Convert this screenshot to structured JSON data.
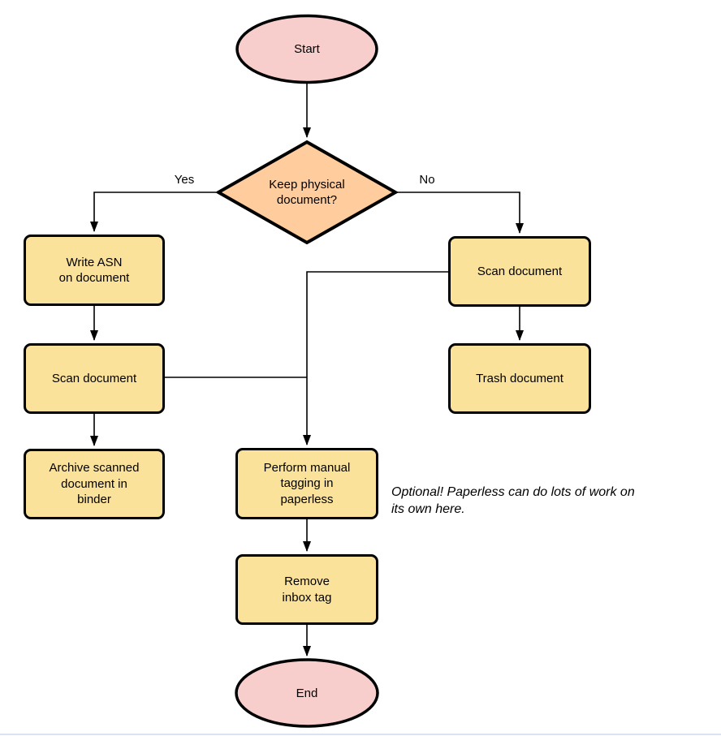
{
  "diagram": {
    "nodes": {
      "start": {
        "label": "Start",
        "shape": "terminator"
      },
      "decision": {
        "label": "Keep physical\ndocument?",
        "shape": "decision"
      },
      "write_asn": {
        "label": "Write ASN\non document",
        "shape": "process"
      },
      "scan_left": {
        "label": "Scan document",
        "shape": "process"
      },
      "archive": {
        "label": "Archive scanned\ndocument in\nbinder",
        "shape": "process"
      },
      "scan_right": {
        "label": "Scan document",
        "shape": "process"
      },
      "trash": {
        "label": "Trash document",
        "shape": "process"
      },
      "tagging": {
        "label": "Perform manual\ntagging in\npaperless",
        "shape": "process"
      },
      "remove_inbox": {
        "label": "Remove\ninbox tag",
        "shape": "process"
      },
      "end": {
        "label": "End",
        "shape": "terminator"
      }
    },
    "edge_labels": {
      "yes": "Yes",
      "no": "No"
    },
    "note": "Optional! Paperless can do lots of work on\nits own here.",
    "colors": {
      "terminator_fill": "#f8cecc",
      "decision_fill": "#ffcc9e",
      "process_fill": "#fbe29b",
      "stroke": "#000000",
      "edge": "#000000",
      "page_bottom_rule": "#d9e4f1"
    }
  }
}
